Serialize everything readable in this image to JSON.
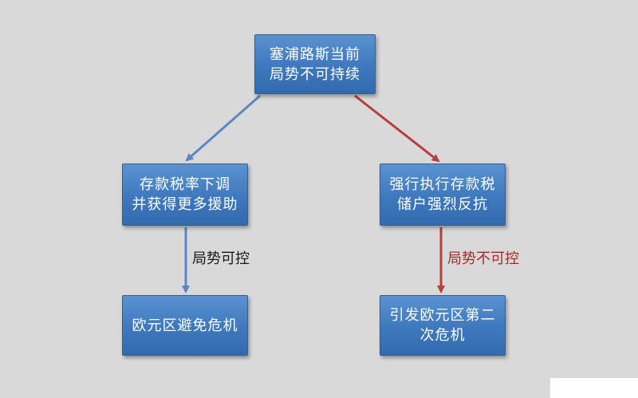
{
  "colors": {
    "background": "#d9d9d9",
    "node_fill": "#4682c6",
    "blue_arrow": "#5b87bf",
    "red_arrow": "#b5403f",
    "label_dark": "#1a1a1a",
    "label_red": "#a52a2a"
  },
  "nodes": {
    "root": "塞浦路斯当前\n局势不可持续",
    "left": "存款税率下调\n并获得更多援助",
    "right": "强行执行存款税\n储户强烈反抗",
    "left_bottom": "欧元区避免危机",
    "right_bottom": "引发欧元区第二\n次危机"
  },
  "edge_labels": {
    "left": "局势可控",
    "right": "局势不可控"
  }
}
